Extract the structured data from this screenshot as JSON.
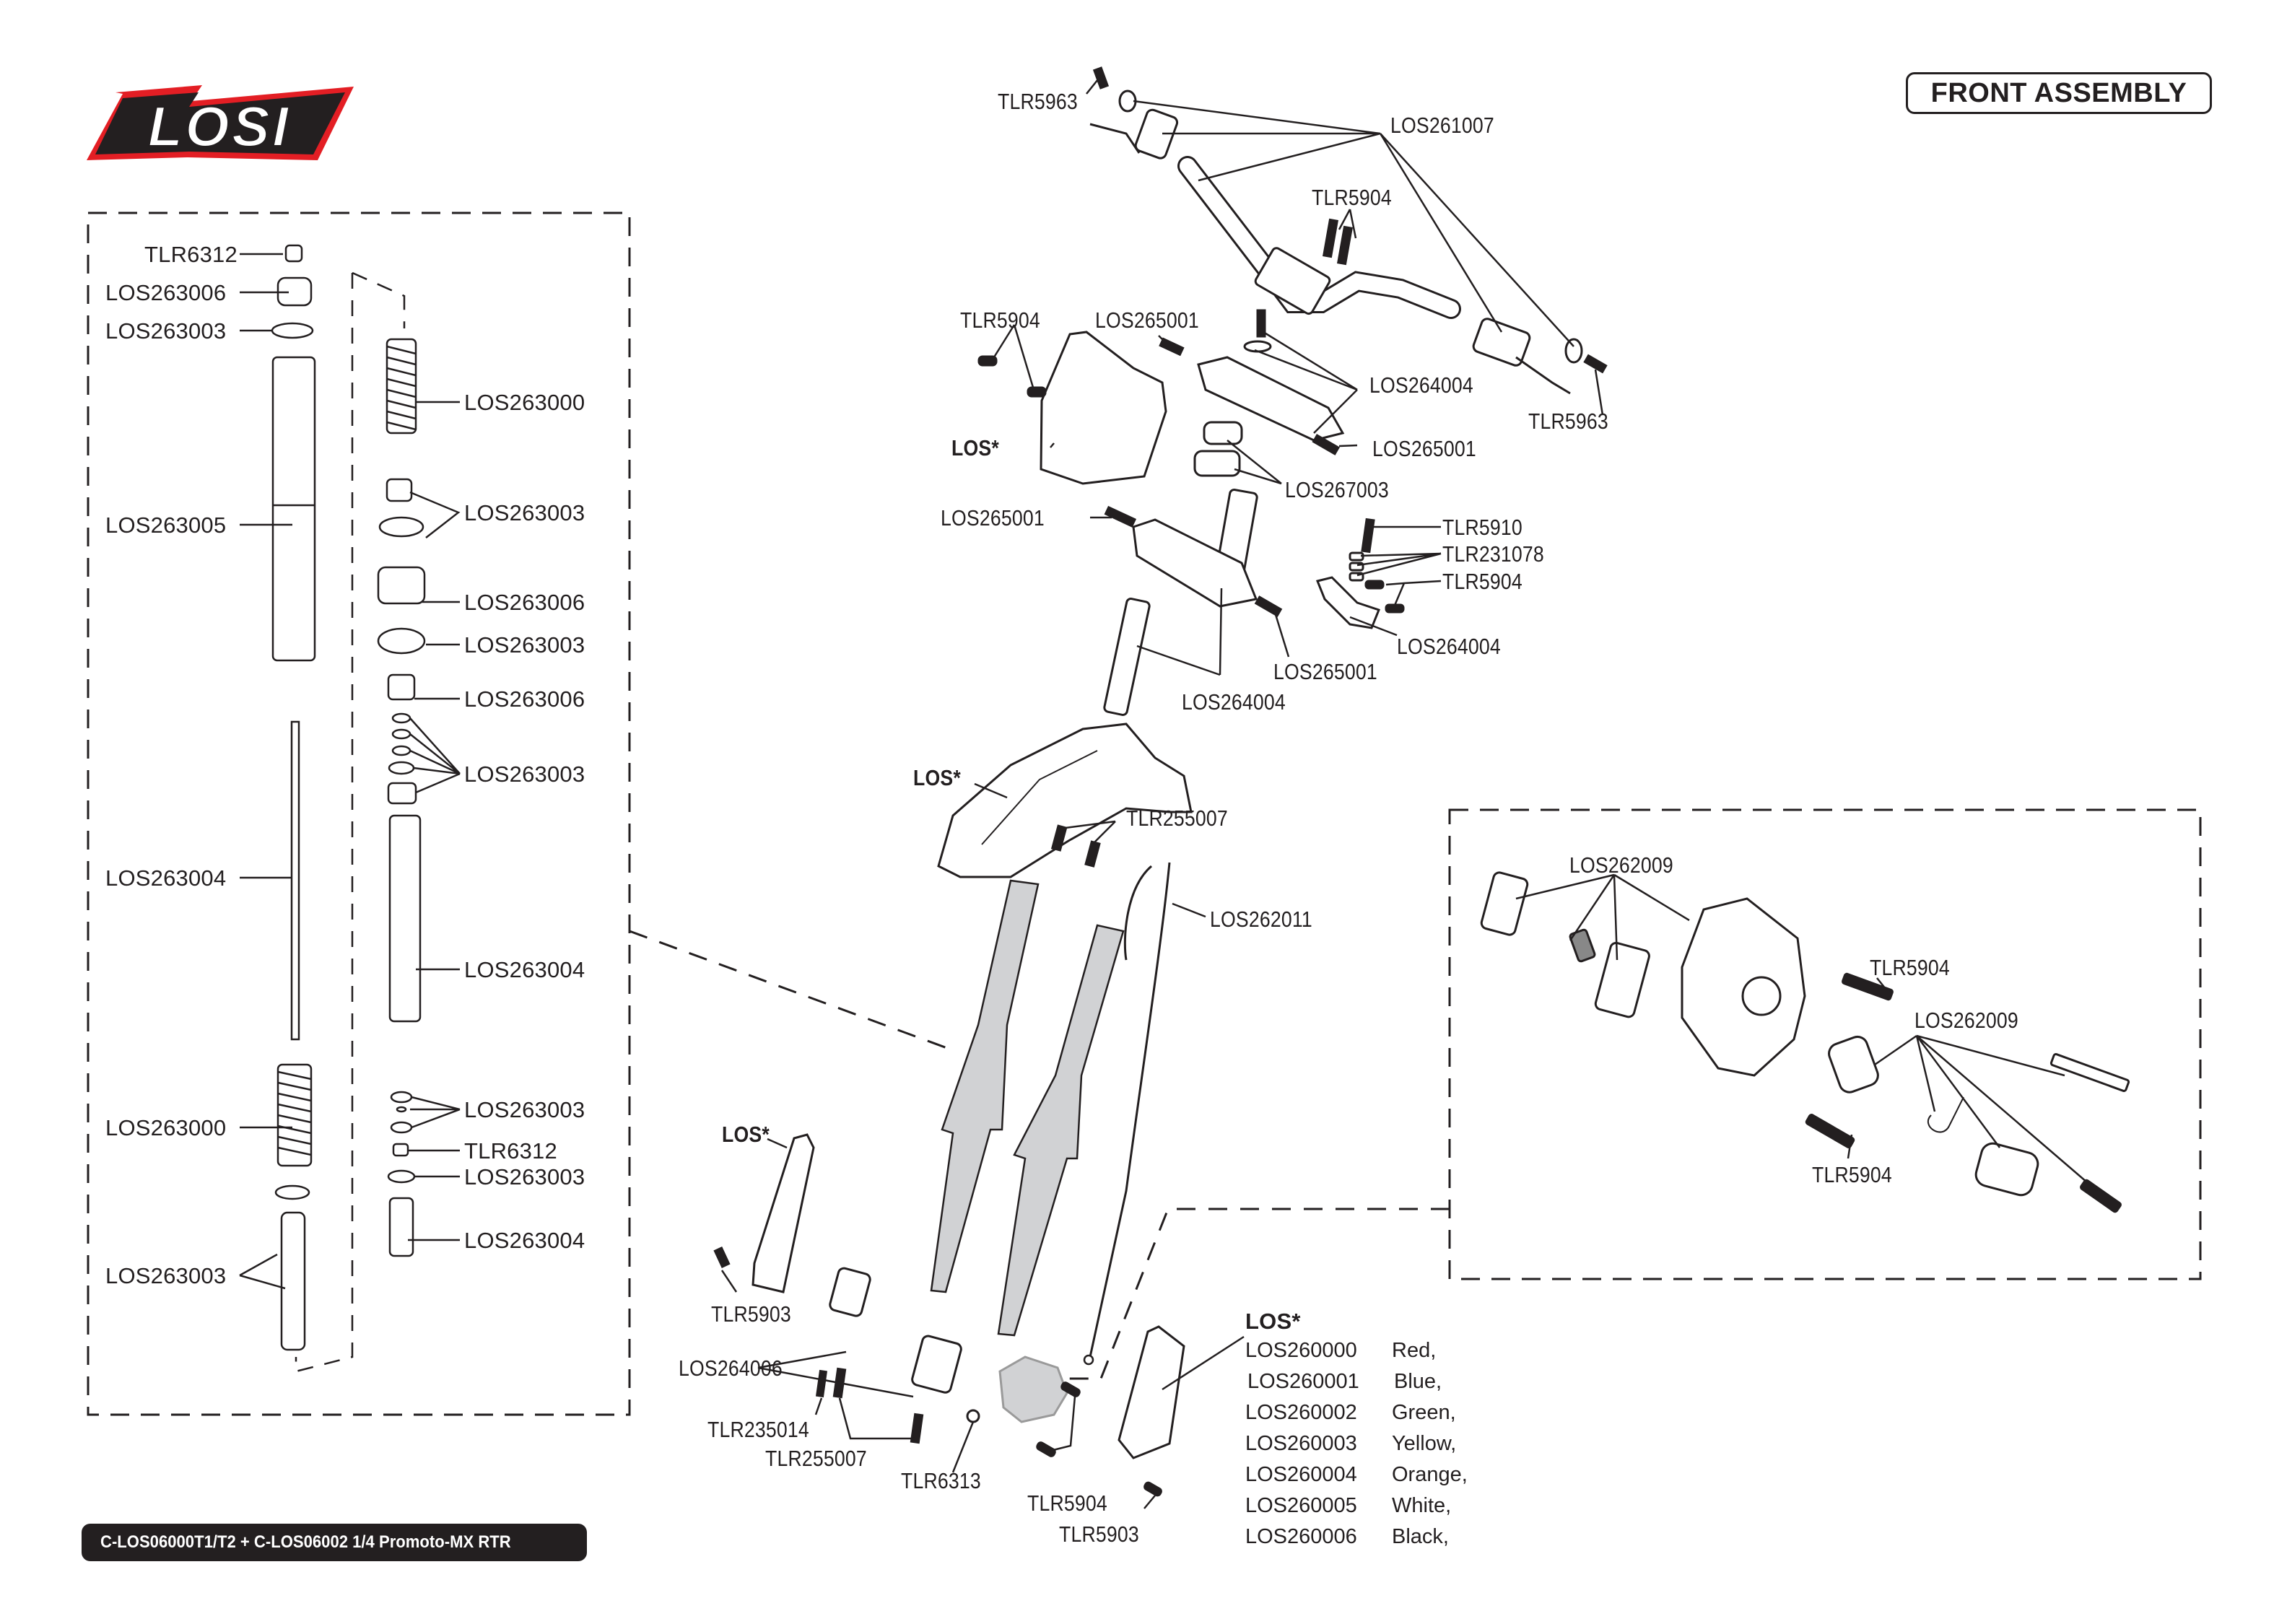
{
  "header": {
    "brand": "LOSI",
    "section_title": "FRONT ASSEMBLY"
  },
  "footer": {
    "model_text": "C-LOS06000T1/T2 + C-LOS06002 1/4 Promoto-MX RTR"
  },
  "colors": {
    "ink": "#231f20",
    "logo_red": "#e31e24",
    "fork_gray": "#d1d2d4",
    "background": "#ffffff"
  },
  "fork_detail_box": {
    "left_column": [
      {
        "part": "TLR6312"
      },
      {
        "part": "LOS263006"
      },
      {
        "part": "LOS263003"
      },
      {
        "part": "LOS263005"
      },
      {
        "part": "LOS263004"
      },
      {
        "part": "LOS263000"
      },
      {
        "part": "LOS263003"
      }
    ],
    "right_column": [
      {
        "part": "LOS263000"
      },
      {
        "part": "LOS263003"
      },
      {
        "part": "LOS263006"
      },
      {
        "part": "LOS263003"
      },
      {
        "part": "LOS263006"
      },
      {
        "part": "LOS263003"
      },
      {
        "part": "LOS263004"
      },
      {
        "part": "LOS263003"
      },
      {
        "part": "TLR6312"
      },
      {
        "part": "LOS263003"
      },
      {
        "part": "LOS263004"
      }
    ]
  },
  "handlebar": {
    "labels": [
      {
        "part": "TLR5963"
      },
      {
        "part": "LOS261007"
      },
      {
        "part": "TLR5904"
      },
      {
        "part": "TLR5963"
      }
    ]
  },
  "triple_clamp": {
    "labels": [
      {
        "part": "TLR5904"
      },
      {
        "part": "LOS265001"
      },
      {
        "part": "LOS264004"
      },
      {
        "part": "LOS*"
      },
      {
        "part": "LOS265001"
      },
      {
        "part": "LOS267003"
      },
      {
        "part": "LOS265001"
      },
      {
        "part": "TLR5910"
      },
      {
        "part": "TLR231078"
      },
      {
        "part": "TLR5904"
      },
      {
        "part": "LOS264004"
      },
      {
        "part": "LOS265001"
      },
      {
        "part": "LOS264004"
      }
    ]
  },
  "fender": {
    "labels": [
      {
        "part": "LOS*"
      },
      {
        "part": "TLR255007"
      },
      {
        "part": "LOS262011"
      }
    ]
  },
  "caliper_box": {
    "labels": [
      {
        "part": "LOS262009"
      },
      {
        "part": "TLR5904"
      },
      {
        "part": "LOS262009"
      },
      {
        "part": "TLR5904"
      }
    ]
  },
  "lower_fork": {
    "labels": [
      {
        "part": "LOS*"
      },
      {
        "part": "TLR5903"
      },
      {
        "part": "LOS264006"
      },
      {
        "part": "TLR235014"
      },
      {
        "part": "TLR255007"
      },
      {
        "part": "TLR6313"
      },
      {
        "part": "TLR5904"
      },
      {
        "part": "TLR5903"
      }
    ]
  },
  "color_legend": {
    "title": "LOS*",
    "rows": [
      {
        "code": "LOS260000",
        "color": "Red,"
      },
      {
        "code": "LOS260001",
        "color": "Blue,"
      },
      {
        "code": "LOS260002",
        "color": "Green,"
      },
      {
        "code": "LOS260003",
        "color": "Yellow,"
      },
      {
        "code": "LOS260004",
        "color": "Orange,"
      },
      {
        "code": "LOS260005",
        "color": "White,"
      },
      {
        "code": "LOS260006",
        "color": "Black,"
      }
    ]
  }
}
